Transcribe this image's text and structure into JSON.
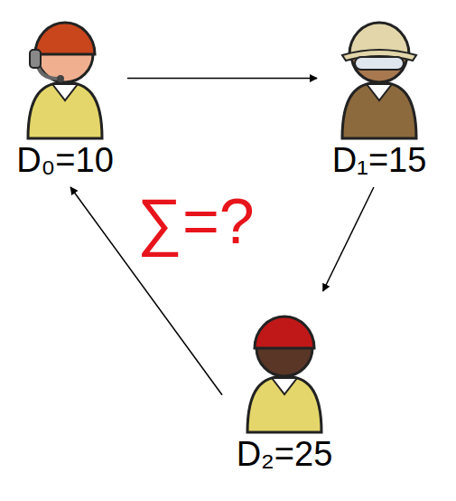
{
  "diagram": {
    "nodes": [
      {
        "text": [
          "D₀=10"
        ]
      },
      {
        "text": [
          "D₁=15"
        ]
      },
      {
        "text": [
          "D₂=25"
        ]
      }
    ],
    "edges": [
      {
        "from": 0,
        "to": 1,
        "arrow": "to"
      },
      {
        "from": 1,
        "to": 2,
        "arrow": "to"
      },
      {
        "from": 2,
        "to": 0,
        "arrow": "to"
      }
    ],
    "labels": [
      "∑=?"
    ]
  }
}
